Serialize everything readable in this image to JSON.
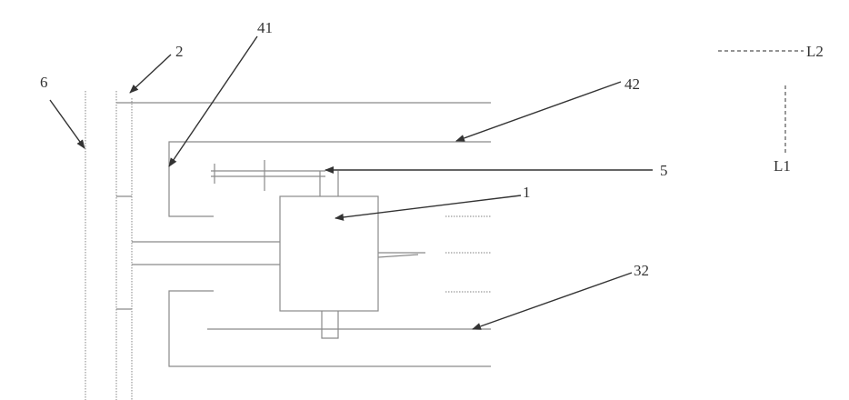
{
  "labels": {
    "l6": "6",
    "l2": "2",
    "l41": "41",
    "l42": "42",
    "l5": "5",
    "l1": "1",
    "l32": "32",
    "lL2": "L2",
    "lL1": "L1"
  },
  "colors": {
    "line": "#8a8a8a",
    "arrow": "#333333",
    "text": "#333333"
  }
}
